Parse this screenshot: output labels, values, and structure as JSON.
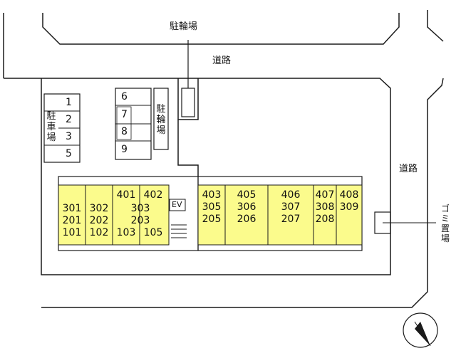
{
  "labels": {
    "bicycle_parking_top": "駐輪場",
    "road_top": "道路",
    "road_right": "道路",
    "parking_left": "駐車場",
    "bicycle_parking_mid": "駐輪場",
    "garbage": "ゴミ置場",
    "elevator": "EV"
  },
  "parking_left_numbers": [
    "1",
    "2",
    "3",
    "5"
  ],
  "parking_mid_numbers": [
    "6",
    "7",
    "8",
    "9"
  ],
  "building_left": {
    "units": [
      {
        "rooms": [
          "301",
          "201",
          "101"
        ]
      },
      {
        "rooms": [
          "302",
          "202",
          "102"
        ]
      },
      {
        "top": "401",
        "rooms": [
          "303",
          "203",
          "103"
        ]
      },
      {
        "top": "402",
        "rooms": [
          "105"
        ]
      }
    ]
  },
  "building_right": {
    "units": [
      {
        "rooms": [
          "403",
          "305",
          "205"
        ]
      },
      {
        "rooms": [
          "405",
          "306",
          "206"
        ]
      },
      {
        "rooms": [
          "406",
          "307",
          "207"
        ]
      },
      {
        "rooms": [
          "407",
          "308",
          "208"
        ]
      },
      {
        "rooms": [
          "408",
          "309"
        ]
      }
    ]
  },
  "colors": {
    "unit_fill": "#fbfb8c",
    "line": "#1a1a1a"
  }
}
